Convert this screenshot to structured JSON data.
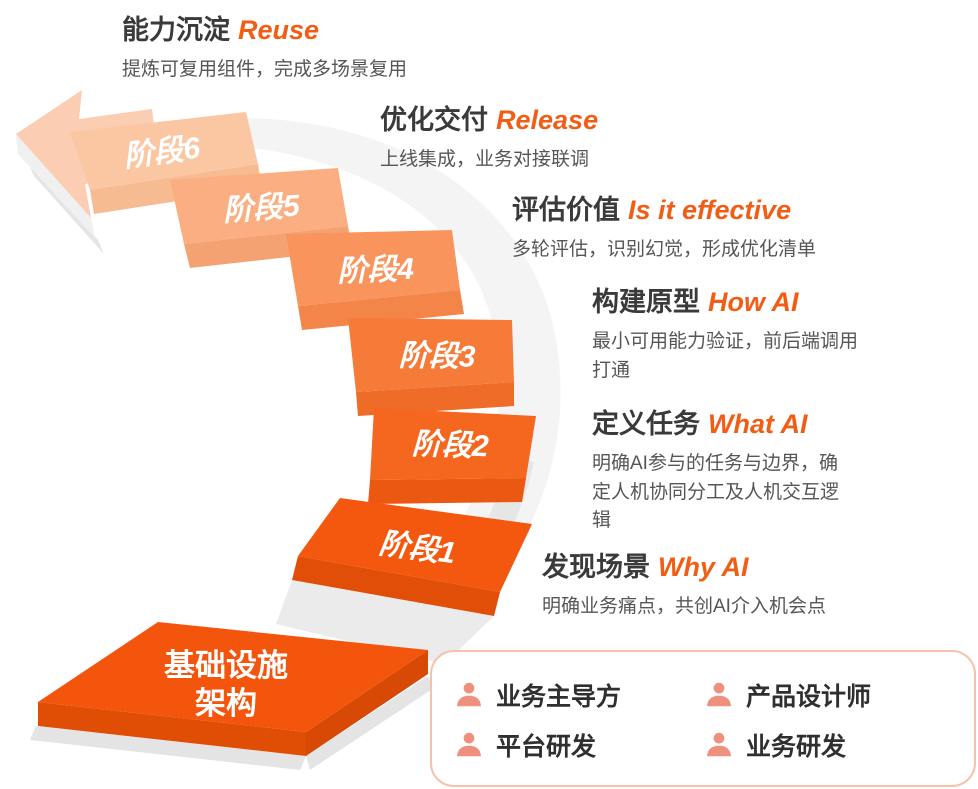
{
  "steps": [
    {
      "label": "阶段1"
    },
    {
      "label": "阶段2"
    },
    {
      "label": "阶段3"
    },
    {
      "label": "阶段4"
    },
    {
      "label": "阶段5"
    },
    {
      "label": "阶段6"
    }
  ],
  "base_platform": {
    "line1": "基础设施",
    "line2": "架构"
  },
  "stages": [
    {
      "zh": "发现场景",
      "en": "Why AI",
      "desc": "明确业务痛点，共创AI介入机会点"
    },
    {
      "zh": "定义任务",
      "en": "What AI",
      "desc": "明确AI参与的任务与边界，确定人机协同分工及人机交互逻辑"
    },
    {
      "zh": "构建原型",
      "en": "How AI",
      "desc": "最小可用能力验证，前后端调用打通"
    },
    {
      "zh": "评估价值",
      "en": "Is it effective",
      "desc": "多轮评估，识别幻觉，形成优化清单"
    },
    {
      "zh": "优化交付",
      "en": "Release",
      "desc": "上线集成，业务对接联调"
    },
    {
      "zh": "能力沉淀",
      "en": "Reuse",
      "desc": "提炼可复用组件，完成多场景复用"
    }
  ],
  "roles": [
    {
      "label": "业务主导方"
    },
    {
      "label": "产品设计师"
    },
    {
      "label": "平台研发"
    },
    {
      "label": "业务研发"
    }
  ],
  "colors": {
    "accent": "#F25D15",
    "title_text": "#3A3A3A",
    "desc_text": "#565656",
    "salmon": "#EE907D",
    "legend_border": "#F7C2AB",
    "arrow": "#FBCDB2",
    "step_tops": [
      "#F4570E",
      "#F5671F",
      "#F67A38",
      "#F8945C",
      "#FAAE81",
      "#FBC6A2"
    ],
    "step_risers": [
      "#E14E07",
      "#EA5812",
      "#EF6C28",
      "#F28547",
      "#F5A273",
      "#F7BB92"
    ],
    "base_top": "#F4550C",
    "base_side_left": "#E04D05",
    "base_side_right": "#D74904"
  }
}
